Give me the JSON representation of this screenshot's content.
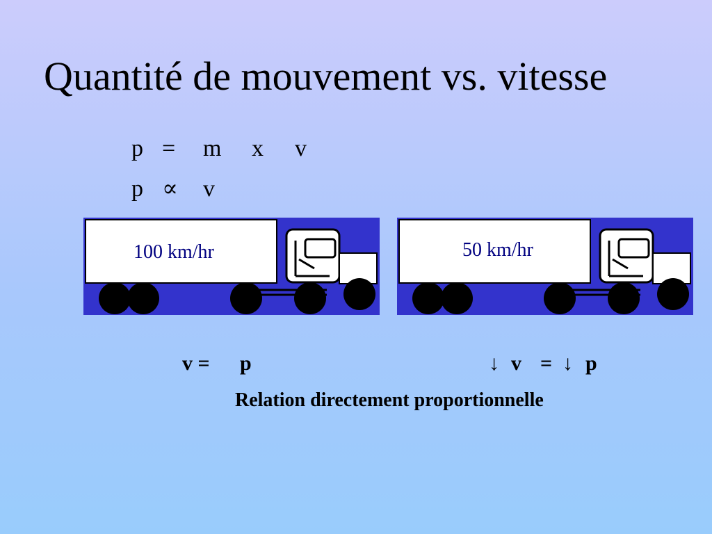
{
  "slide": {
    "title": "Quantité de mouvement vs. vitesse",
    "formula1": [
      "p",
      "=",
      "m",
      "x",
      "v"
    ],
    "formula2": [
      "p",
      "∝",
      "v"
    ]
  },
  "trucks": [
    {
      "speed_label": "100 km/hr"
    },
    {
      "speed_label": "50 km/hr"
    }
  ],
  "relations": {
    "left": [
      "v =",
      "p"
    ],
    "right": [
      "↓",
      "v",
      "=",
      "↓",
      "p"
    ],
    "caption": "Relation directement proportionnelle"
  },
  "colors": {
    "truck_band": "#3333cc",
    "speed_text": "#000080"
  }
}
